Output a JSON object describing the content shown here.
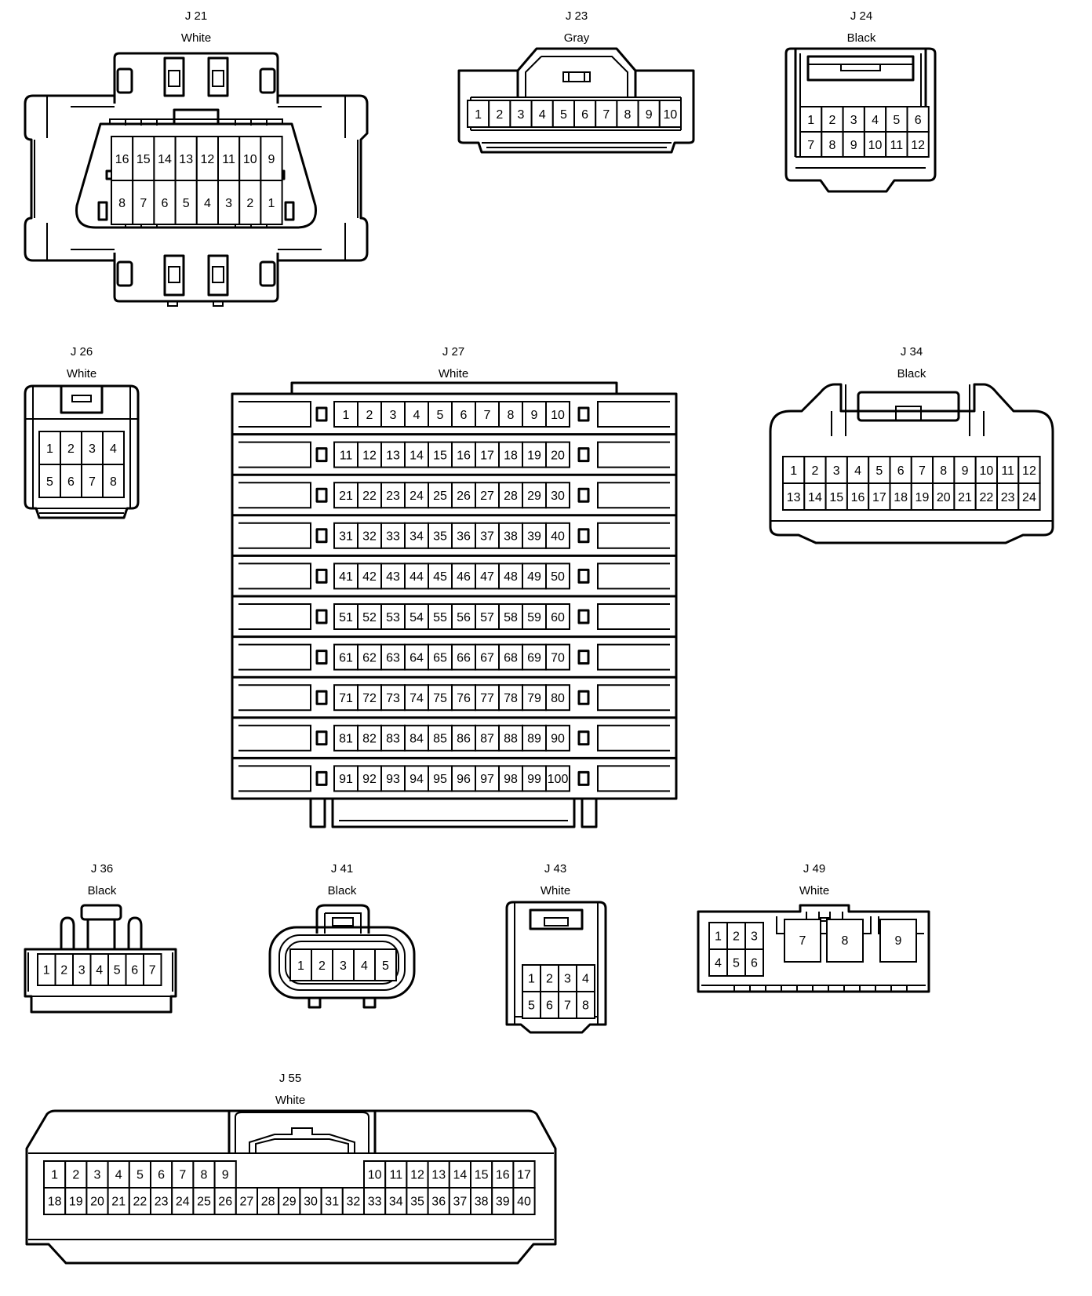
{
  "connectors": [
    {
      "id": "J 21",
      "color": "White"
    },
    {
      "id": "J 23",
      "color": "Gray"
    },
    {
      "id": "J 24",
      "color": "Black"
    },
    {
      "id": "J 26",
      "color": "White"
    },
    {
      "id": "J 27",
      "color": "White"
    },
    {
      "id": "J 34",
      "color": "Black"
    },
    {
      "id": "J 36",
      "color": "Black"
    },
    {
      "id": "J 41",
      "color": "Black"
    },
    {
      "id": "J 43",
      "color": "White"
    },
    {
      "id": "J 49",
      "color": "White"
    },
    {
      "id": "J 55",
      "color": "White"
    }
  ],
  "pins": {
    "J21": [
      [
        "16",
        "15",
        "14",
        "13",
        "12",
        "11",
        "10",
        "9"
      ],
      [
        "8",
        "7",
        "6",
        "5",
        "4",
        "3",
        "2",
        "1"
      ]
    ],
    "J23": [
      [
        "1",
        "2",
        "3",
        "4",
        "5",
        "6",
        "7",
        "8",
        "9",
        "10"
      ]
    ],
    "J24": [
      [
        "1",
        "2",
        "3",
        "4",
        "5",
        "6"
      ],
      [
        "7",
        "8",
        "9",
        "10",
        "11",
        "12"
      ]
    ],
    "J26": [
      [
        "1",
        "2",
        "3",
        "4"
      ],
      [
        "5",
        "6",
        "7",
        "8"
      ]
    ],
    "J27": [
      [
        "1",
        "2",
        "3",
        "4",
        "5",
        "6",
        "7",
        "8",
        "9",
        "10"
      ],
      [
        "11",
        "12",
        "13",
        "14",
        "15",
        "16",
        "17",
        "18",
        "19",
        "20"
      ],
      [
        "21",
        "22",
        "23",
        "24",
        "25",
        "26",
        "27",
        "28",
        "29",
        "30"
      ],
      [
        "31",
        "32",
        "33",
        "34",
        "35",
        "36",
        "37",
        "38",
        "39",
        "40"
      ],
      [
        "41",
        "42",
        "43",
        "44",
        "45",
        "46",
        "47",
        "48",
        "49",
        "50"
      ],
      [
        "51",
        "52",
        "53",
        "54",
        "55",
        "56",
        "57",
        "58",
        "59",
        "60"
      ],
      [
        "61",
        "62",
        "63",
        "64",
        "65",
        "66",
        "67",
        "68",
        "69",
        "70"
      ],
      [
        "71",
        "72",
        "73",
        "74",
        "75",
        "76",
        "77",
        "78",
        "79",
        "80"
      ],
      [
        "81",
        "82",
        "83",
        "84",
        "85",
        "86",
        "87",
        "88",
        "89",
        "90"
      ],
      [
        "91",
        "92",
        "93",
        "94",
        "95",
        "96",
        "97",
        "98",
        "99",
        "100"
      ]
    ],
    "J34": [
      [
        "1",
        "2",
        "3",
        "4",
        "5",
        "6",
        "7",
        "8",
        "9",
        "10",
        "11",
        "12"
      ],
      [
        "13",
        "14",
        "15",
        "16",
        "17",
        "18",
        "19",
        "20",
        "21",
        "22",
        "23",
        "24"
      ]
    ],
    "J36": [
      [
        "1",
        "2",
        "3",
        "4",
        "5",
        "6",
        "7"
      ]
    ],
    "J41": [
      [
        "1",
        "2",
        "3",
        "4",
        "5"
      ]
    ],
    "J43": [
      [
        "1",
        "2",
        "3",
        "4"
      ],
      [
        "5",
        "6",
        "7",
        "8"
      ]
    ],
    "J49": {
      "small": [
        [
          "1",
          "2",
          "3"
        ],
        [
          "4",
          "5",
          "6"
        ]
      ],
      "large": [
        "7",
        "8",
        "9"
      ]
    },
    "J55": {
      "left": [
        [
          "1",
          "2",
          "3",
          "4",
          "5",
          "6",
          "7",
          "8",
          "9"
        ],
        [
          "18",
          "19",
          "20",
          "21",
          "22",
          "23",
          "24",
          "25",
          "26"
        ]
      ],
      "middle": [
        "27",
        "28",
        "29",
        "30",
        "31",
        "32"
      ],
      "right": [
        [
          "10",
          "11",
          "12",
          "13",
          "14",
          "15",
          "16",
          "17"
        ],
        [
          "33",
          "34",
          "35",
          "36",
          "37",
          "38",
          "39",
          "40"
        ]
      ]
    }
  }
}
